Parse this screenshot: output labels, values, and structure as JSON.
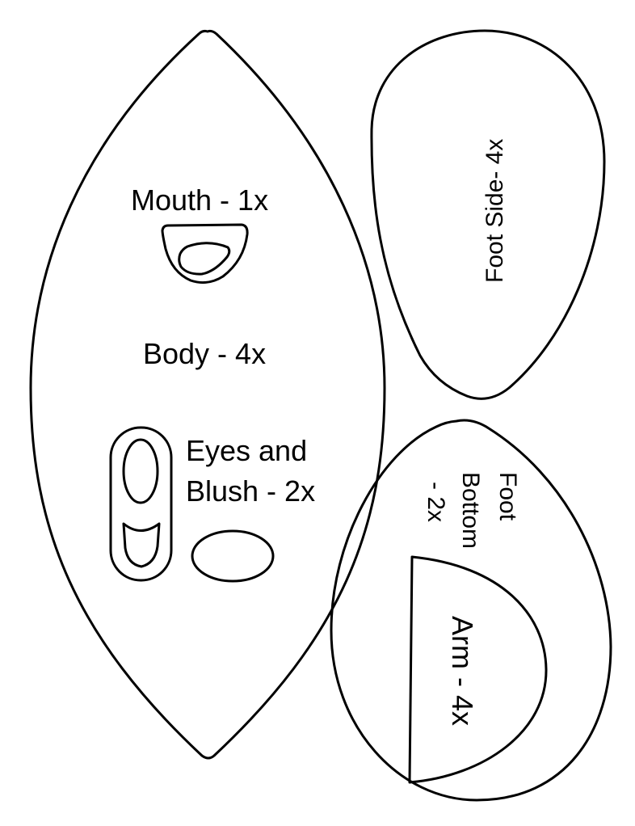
{
  "pattern": {
    "body": {
      "label": "Body - 4x"
    },
    "mouth": {
      "label": "Mouth - 1x"
    },
    "eyes_blush": {
      "label_line1": "Eyes and",
      "label_line2": "Blush - 2x"
    },
    "foot_side": {
      "label": "Foot Side- 4x"
    },
    "foot_bottom": {
      "label_line1": "Foot",
      "label_line2": "Bottom",
      "label_line3": "- 2x"
    },
    "arm": {
      "label": "Arm - 4x"
    }
  }
}
